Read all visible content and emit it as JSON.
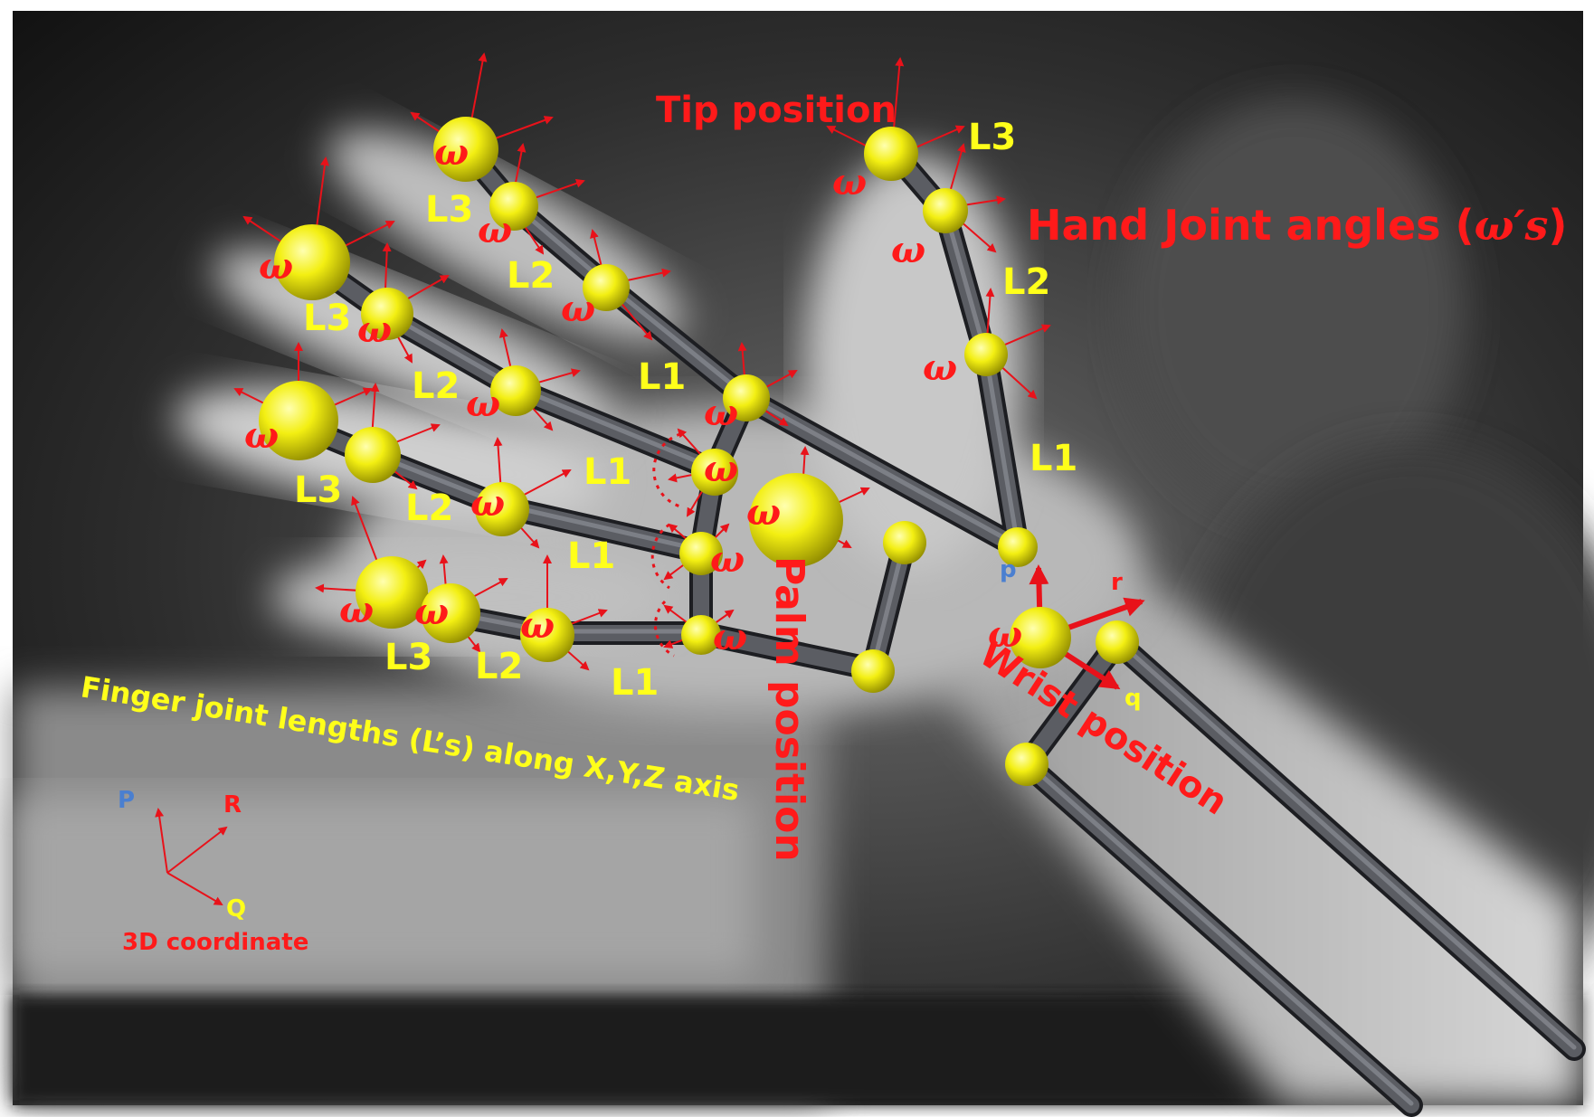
{
  "labels": {
    "tip_position": "Tip position",
    "hand_joint_angles": "Hand Joint angles (",
    "omega_prime_s": "ω′s",
    "close_paren": ")",
    "palm_position": "Palm position",
    "wrist_position": "Wrist position",
    "finger_joint_lengths": "Finger joint lengths (L’s) along X,Y,Z axis",
    "coordinate_caption": "3D coordinate",
    "axis_P": "P",
    "axis_R": "R",
    "axis_Q": "Q",
    "wrist_axis_p": "p",
    "wrist_axis_r": "r",
    "wrist_axis_q": "q"
  },
  "segment_labels": {
    "L1": "L1",
    "L2": "L2",
    "L3": "L3"
  },
  "omega_symbol": "ω",
  "colors": {
    "label_red": "#ff1a1a",
    "label_yellow": "#ffff1a",
    "joint_yellow": "#f3ef12",
    "bone_gray": "#4a4c52",
    "axis_blue": "#4a7fd0",
    "arrow_red": "#e8121a"
  }
}
